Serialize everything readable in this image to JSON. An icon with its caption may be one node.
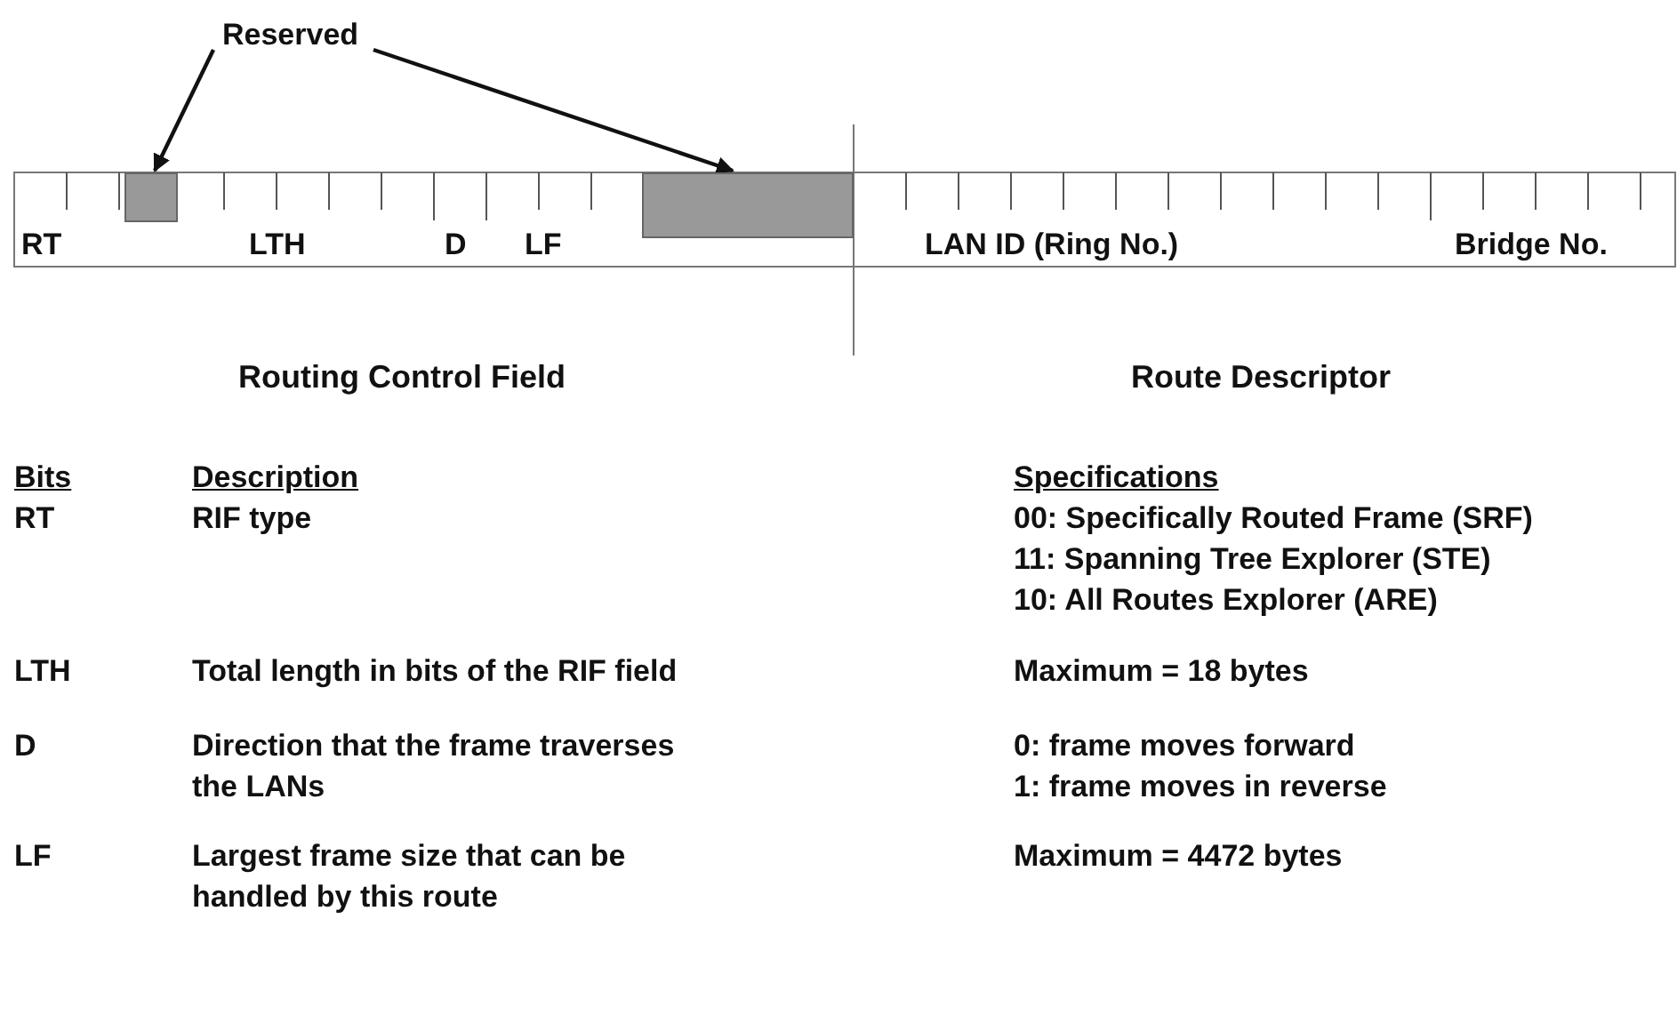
{
  "diagram": {
    "nodes": [
      {
        "text": [
          "Reserved"
        ]
      },
      {
        "text": [],
        "shape": "bar"
      },
      {
        "text": [],
        "shape": "bar"
      }
    ],
    "edges": [
      {
        "from": 0,
        "to": 1,
        "arrow": "to"
      },
      {
        "from": 0,
        "to": 2,
        "arrow": "to"
      }
    ],
    "labels": [
      "RT",
      "LTH",
      "D",
      "LF",
      "LAN ID (Ring No.)",
      "Bridge No.",
      "Routing Control Field",
      "Route Descriptor",
      "Bits",
      "Description",
      "Specifications",
      "RT",
      "RIF type",
      "00: Specifically Routed Frame (SRF)",
      "11: Spanning Tree Explorer (STE)",
      "10: All Routes Explorer (ARE)",
      "LTH",
      "Total length in bits of the RIF field",
      "Maximum = 18 bytes",
      "D",
      "Direction that the frame traverses the LANs",
      "0: frame moves forward",
      "1: frame moves in reverse",
      "LF",
      "Largest frame size that can be handled by this route",
      "Maximum = 4472 bytes"
    ]
  }
}
